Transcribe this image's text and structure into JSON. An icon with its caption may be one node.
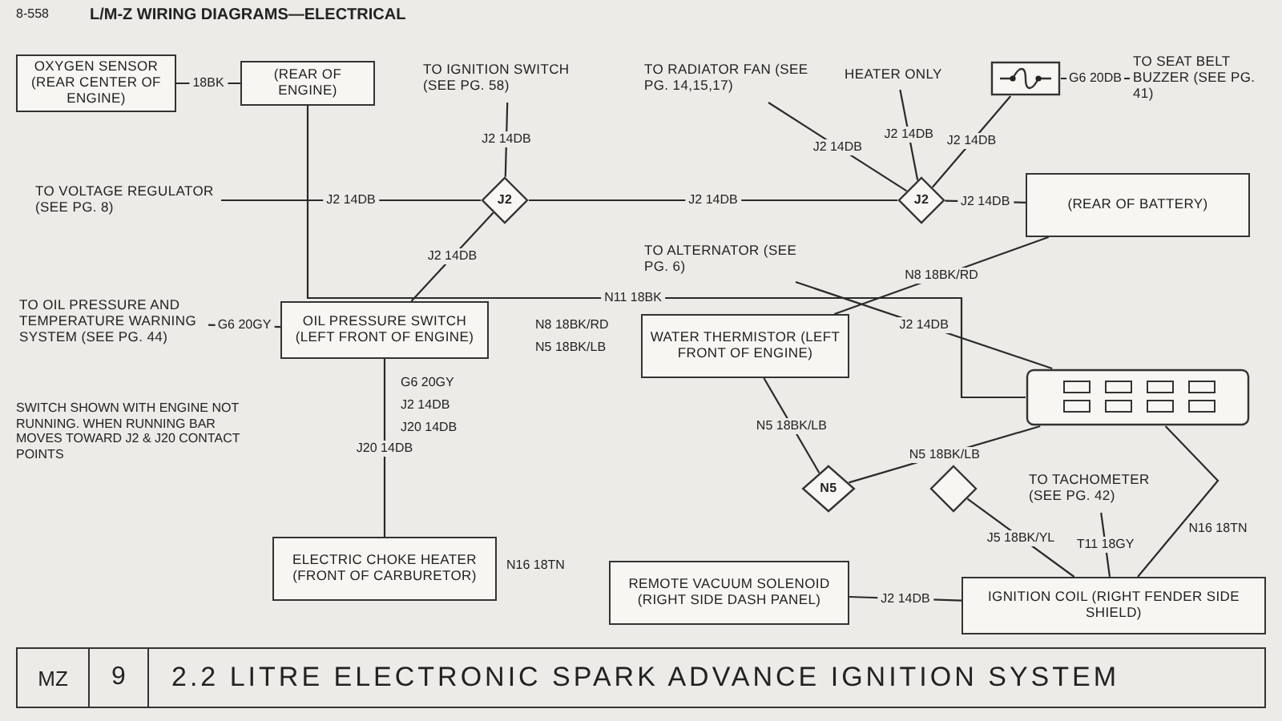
{
  "diagram": {
    "title": "2.2 LITRE ELECTRONIC SPARK ADVANCE IGNITION SYSTEM",
    "nodes": [
      {
        "text": [
          "OXYGEN SENSOR (REAR CENTER OF ENGINE)"
        ]
      },
      {
        "text": [
          "(REAR OF ENGINE)"
        ]
      },
      {
        "text": [
          "TO IGNITION SWITCH (SEE PG. 58)"
        ]
      },
      {
        "text": [
          "TO RADIATOR FAN (SEE PG. 14,15,17)"
        ]
      },
      {
        "text": [
          "HEATER ONLY"
        ]
      },
      {
        "text": [],
        "shape": "box"
      },
      {
        "text": [
          "TO SEAT BELT BUZZER (SEE PG. 41)"
        ]
      },
      {
        "text": [
          "TO VOLTAGE REGULATOR (SEE PG. 8)"
        ]
      },
      {
        "text": [
          "J2"
        ]
      },
      {
        "text": [
          "J2"
        ]
      },
      {
        "text": [
          "(REAR OF BATTERY)"
        ]
      },
      {
        "text": [
          "TO ALTERNATOR (SEE PG. 6)"
        ]
      },
      {
        "text": [
          "TO OIL PRESSURE AND TEMPERATURE WARNING SYSTEM (SEE PG. 44)"
        ]
      },
      {
        "text": [
          "OIL PRESSURE SWITCH (LEFT FRONT OF ENGINE)"
        ]
      },
      {
        "text": [
          "WATER THERMISTOR (LEFT FRONT OF ENGINE)"
        ]
      },
      {
        "text": [],
        "shape": "box"
      },
      {
        "text": [
          "N5"
        ]
      },
      {
        "text": [],
        "shape": "diamond"
      },
      {
        "text": [
          "TO TACHOMETER (SEE PG. 42)"
        ]
      },
      {
        "text": [
          "ELECTRIC CHOKE HEATER (FRONT OF CARBURETOR)"
        ]
      },
      {
        "text": [
          "REMOTE VACUUM SOLENOID (RIGHT SIDE DASH PANEL)"
        ]
      },
      {
        "text": [
          "IGNITION COIL (RIGHT FENDER SIDE SHIELD)"
        ]
      }
    ],
    "edges": [
      {
        "from": 0,
        "to": 1,
        "arrow": "none",
        "label": "18BK"
      },
      {
        "from": 1,
        "to": 15,
        "arrow": "none",
        "label": "N11 18BK"
      },
      {
        "from": 8,
        "to": 7,
        "arrow": "none",
        "label": "J2 14DB"
      },
      {
        "from": 8,
        "to": 2,
        "arrow": "none",
        "label": "J2 14DB"
      },
      {
        "from": 8,
        "to": 13,
        "arrow": "none",
        "label": "J2 14DB"
      },
      {
        "from": 8,
        "to": 9,
        "arrow": "none",
        "label": "J2 14DB"
      },
      {
        "from": 9,
        "to": 3,
        "arrow": "none",
        "label": "J2 14DB"
      },
      {
        "from": 9,
        "to": 4,
        "arrow": "none",
        "label": "J2 14DB"
      },
      {
        "from": 9,
        "to": 5,
        "arrow": "none",
        "label": "J2 14DB"
      },
      {
        "from": 9,
        "to": 10,
        "arrow": "none",
        "label": "J2 14DB"
      },
      {
        "from": 5,
        "to": 6,
        "arrow": "none",
        "label": "G6 20DB"
      },
      {
        "from": 14,
        "to": 10,
        "arrow": "none",
        "label": "N8 18BK/RD"
      },
      {
        "from": 15,
        "to": 11,
        "arrow": "none",
        "label": "J2 14DB"
      },
      {
        "from": 14,
        "to": 16,
        "arrow": "none",
        "label": "N5 18BK/LB"
      },
      {
        "from": 16,
        "to": 15,
        "arrow": "none",
        "label": "N5 18BK/LB"
      },
      {
        "from": 17,
        "to": 21,
        "arrow": "none",
        "label": "J5 18BK/YL"
      },
      {
        "from": 18,
        "to": 21,
        "arrow": "none",
        "label": "T11 18GY"
      },
      {
        "from": 15,
        "to": 21,
        "arrow": "none",
        "label": "N16 18TN"
      },
      {
        "from": 21,
        "to": 20,
        "arrow": "none",
        "label": "J2 14DB"
      },
      {
        "from": 13,
        "to": 12,
        "arrow": "none",
        "label": "G6 20GY"
      },
      {
        "from": 13,
        "to": 19,
        "arrow": "none",
        "label": "J20 14DB"
      }
    ],
    "labels": [
      "8-558",
      "L/M-Z WIRING DIAGRAMS—ELECTRICAL",
      "SWITCH SHOWN WITH ENGINE NOT RUNNING. WHEN RUNNING BAR MOVES TOWARD J2 & J20 CONTACT POINTS",
      "N8 18BK/RD",
      "N5 18BK/LB",
      "G6 20GY",
      "J2 14DB",
      "J20 14DB",
      "N16 18TN",
      "MZ",
      "9"
    ]
  }
}
